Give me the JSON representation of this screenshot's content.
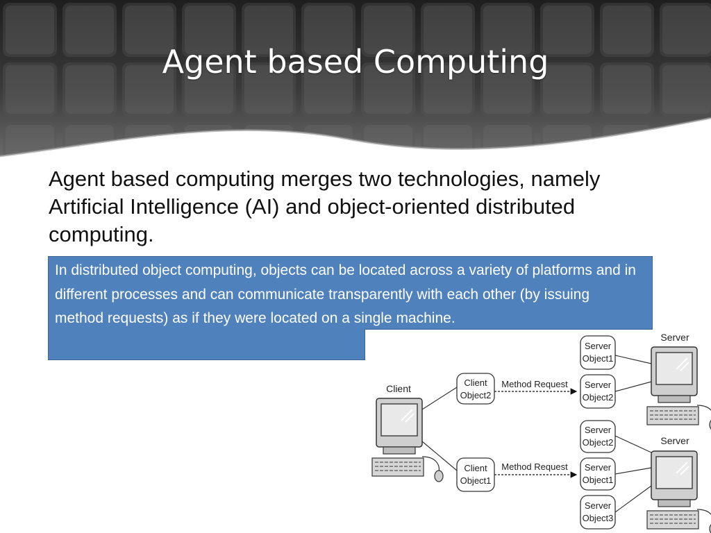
{
  "slide": {
    "title": "Agent based Computing",
    "body": "Agent based computing merges two technologies, namely Artificial Intelligence (AI) and object-oriented distributed computing.",
    "callout": "In distributed object computing, objects can be located across a variety of platforms and in different processes and can communicate transparently with each other (by issuing method requests) as if they were located on a single machine."
  },
  "diagram": {
    "client_label": "Client",
    "server_top_label": "Server",
    "server_bottom_label": "Server",
    "method_request_label": "Method Request",
    "client_object_top": [
      "Client",
      "Object2"
    ],
    "client_object_bottom": [
      "Client",
      "Object1"
    ],
    "server_top_object1": [
      "Server",
      "Object1"
    ],
    "server_top_object2": [
      "Server",
      "Object2"
    ],
    "server_bottom_object2": [
      "Server",
      "Object2"
    ],
    "server_bottom_object1": [
      "Server",
      "Object1"
    ],
    "server_bottom_object3": [
      "Server",
      "Object3"
    ]
  },
  "colors": {
    "callout_bg": "#4f81bd",
    "title_text": "#ffffff",
    "header_dark": "#2b2b2b"
  }
}
